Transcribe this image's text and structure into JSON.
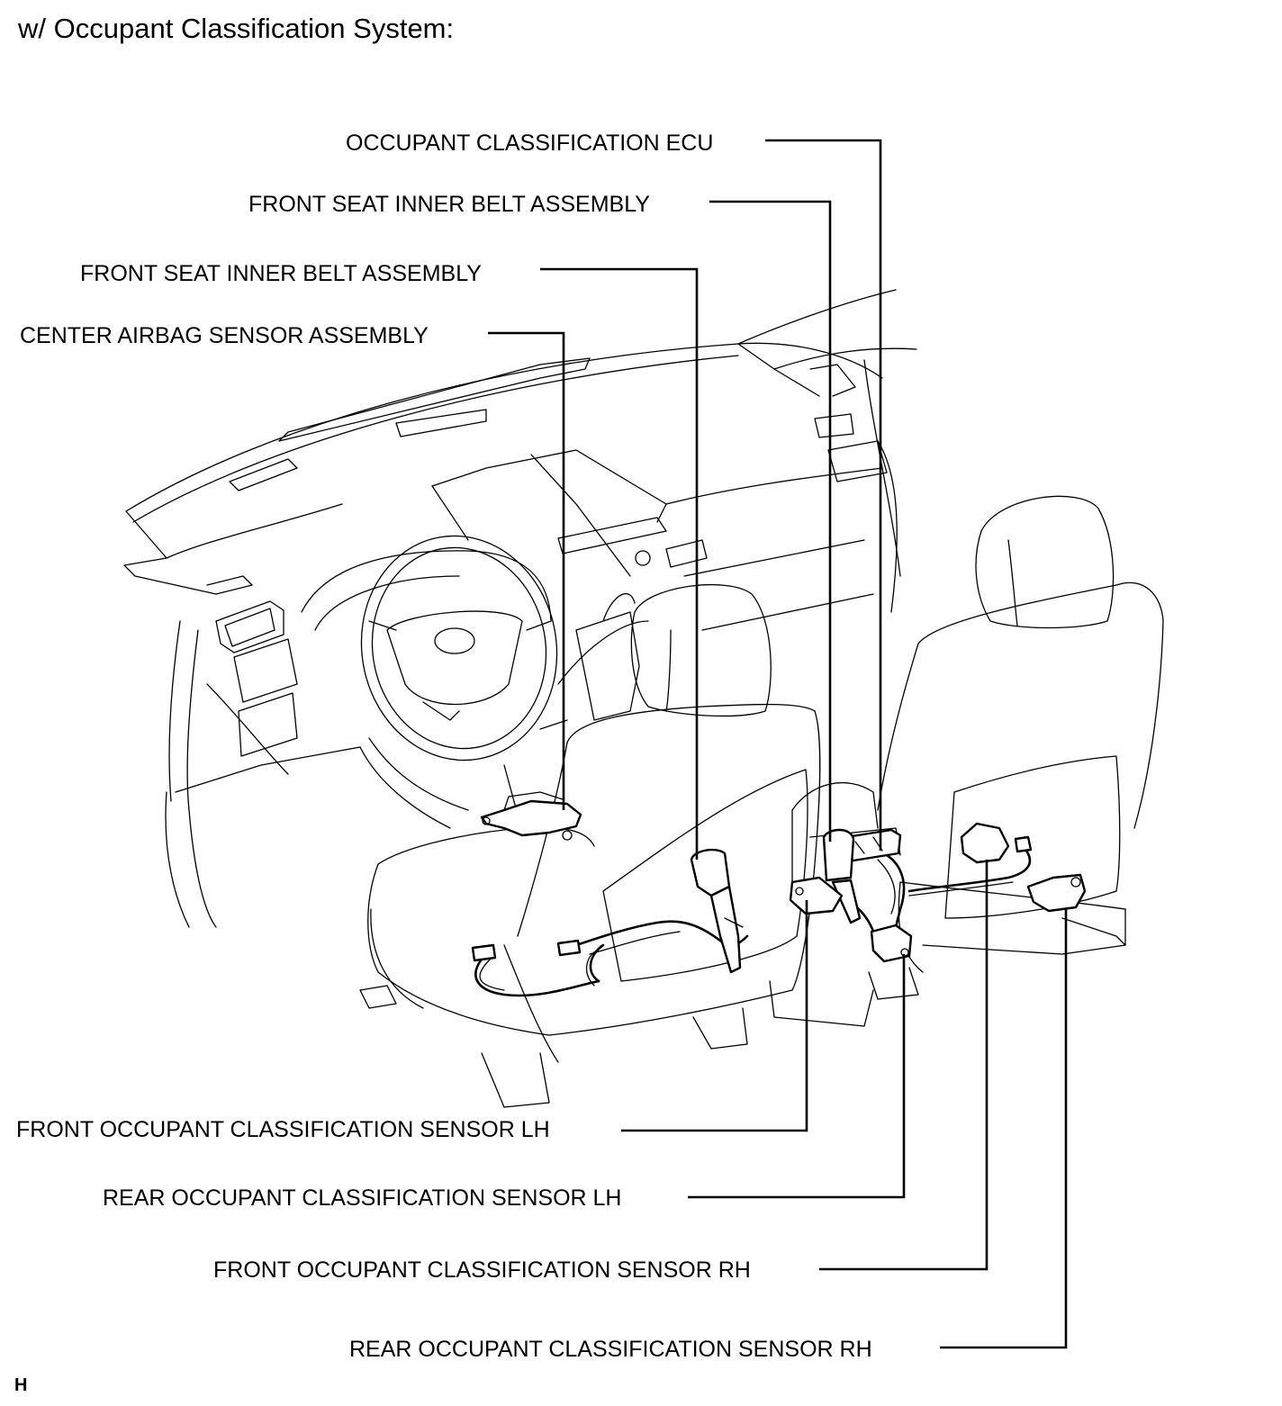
{
  "title": "w/ Occupant Classification System:",
  "corner_code": "H",
  "labels": {
    "occupant_classification_ecu": "OCCUPANT CLASSIFICATION ECU",
    "front_seat_inner_belt_assembly_1": "FRONT SEAT INNER BELT ASSEMBLY",
    "front_seat_inner_belt_assembly_2": "FRONT SEAT INNER BELT ASSEMBLY",
    "center_airbag_sensor_assembly": "CENTER AIRBAG SENSOR ASSEMBLY",
    "front_occupant_classification_sensor_lh": "FRONT OCCUPANT CLASSIFICATION SENSOR LH",
    "rear_occupant_classification_sensor_lh": "REAR OCCUPANT CLASSIFICATION SENSOR LH",
    "front_occupant_classification_sensor_rh": "FRONT OCCUPANT CLASSIFICATION SENSOR RH",
    "rear_occupant_classification_sensor_rh": "REAR OCCUPANT CLASSIFICATION SENSOR RH"
  }
}
